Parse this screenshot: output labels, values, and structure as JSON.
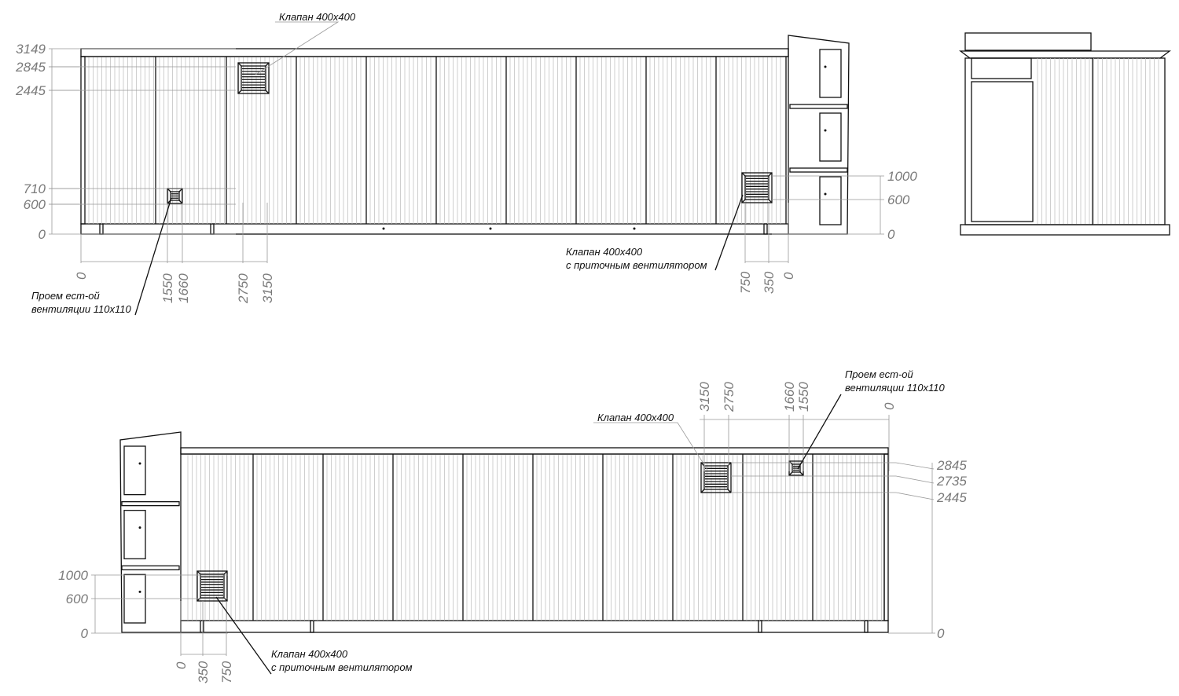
{
  "labels": {
    "valve": "Клапан 400x400",
    "valve_fan_1": "Клапан 400x400",
    "valve_fan_2": "с приточным вентилятором",
    "opening_1": "Проем ест-ой",
    "opening_2": "вентиляции 110x110"
  },
  "top_view": {
    "left_dims": [
      "3149",
      "2845",
      "2445",
      "710",
      "600",
      "0"
    ],
    "bottom_dims_left": [
      "0",
      "1550",
      "1660",
      "2750",
      "3150"
    ],
    "bottom_dims_right": [
      "750",
      "350",
      "0"
    ],
    "right_dims": [
      "1000",
      "600",
      "0"
    ]
  },
  "bottom_view": {
    "right_dims": [
      "2845",
      "2735",
      "2445",
      "0"
    ],
    "left_dims": [
      "1000",
      "600",
      "0"
    ],
    "top_dims": [
      "3150",
      "2750",
      "1660",
      "1550",
      "0"
    ],
    "bottom_dims": [
      "0",
      "350",
      "750"
    ]
  }
}
